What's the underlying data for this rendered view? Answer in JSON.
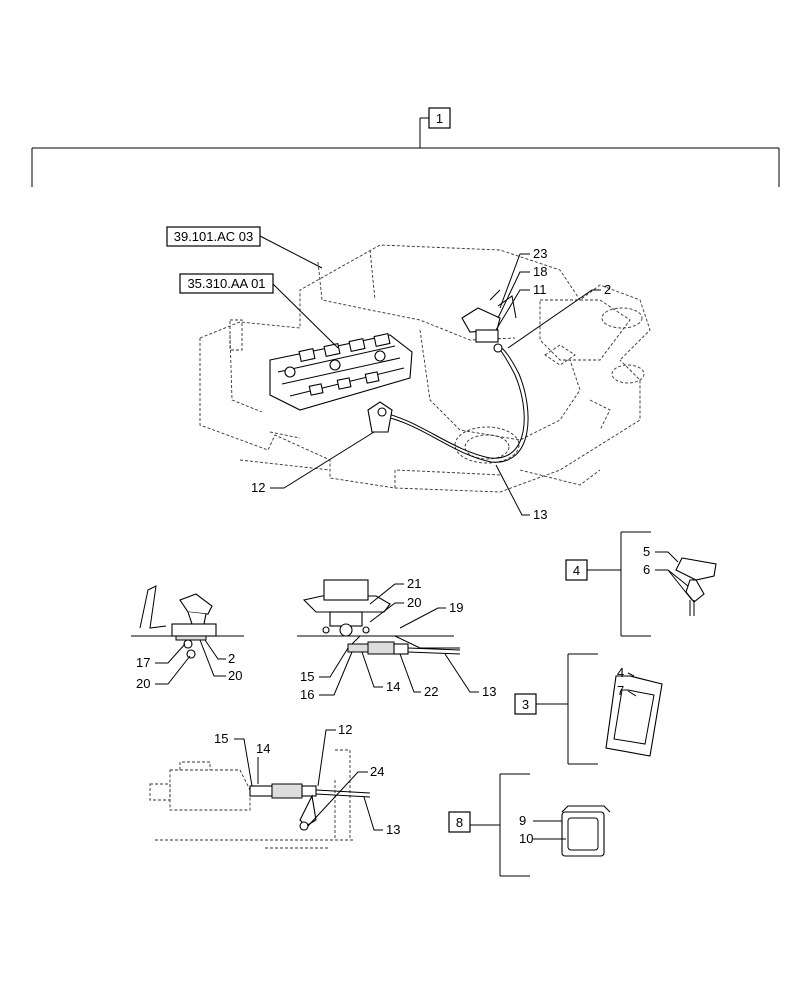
{
  "top_callout": "1",
  "references": [
    "39.101.AC 03",
    "35.310.AA 01"
  ],
  "main_view_labels": [
    "23",
    "18",
    "11",
    "2",
    "12",
    "13"
  ],
  "detail_a_labels": [
    "17",
    "20",
    "2",
    "20"
  ],
  "detail_b_labels": [
    "21",
    "20",
    "19",
    "15",
    "16",
    "14",
    "22",
    "13"
  ],
  "detail_c_labels": [
    "15",
    "14",
    "12",
    "24",
    "13"
  ],
  "kit_4": {
    "callout": "4",
    "labels": [
      "5",
      "6"
    ]
  },
  "kit_3": {
    "callout": "3",
    "labels": [
      "4",
      "7"
    ]
  },
  "kit_8": {
    "callout": "8",
    "labels": [
      "9",
      "10"
    ]
  }
}
